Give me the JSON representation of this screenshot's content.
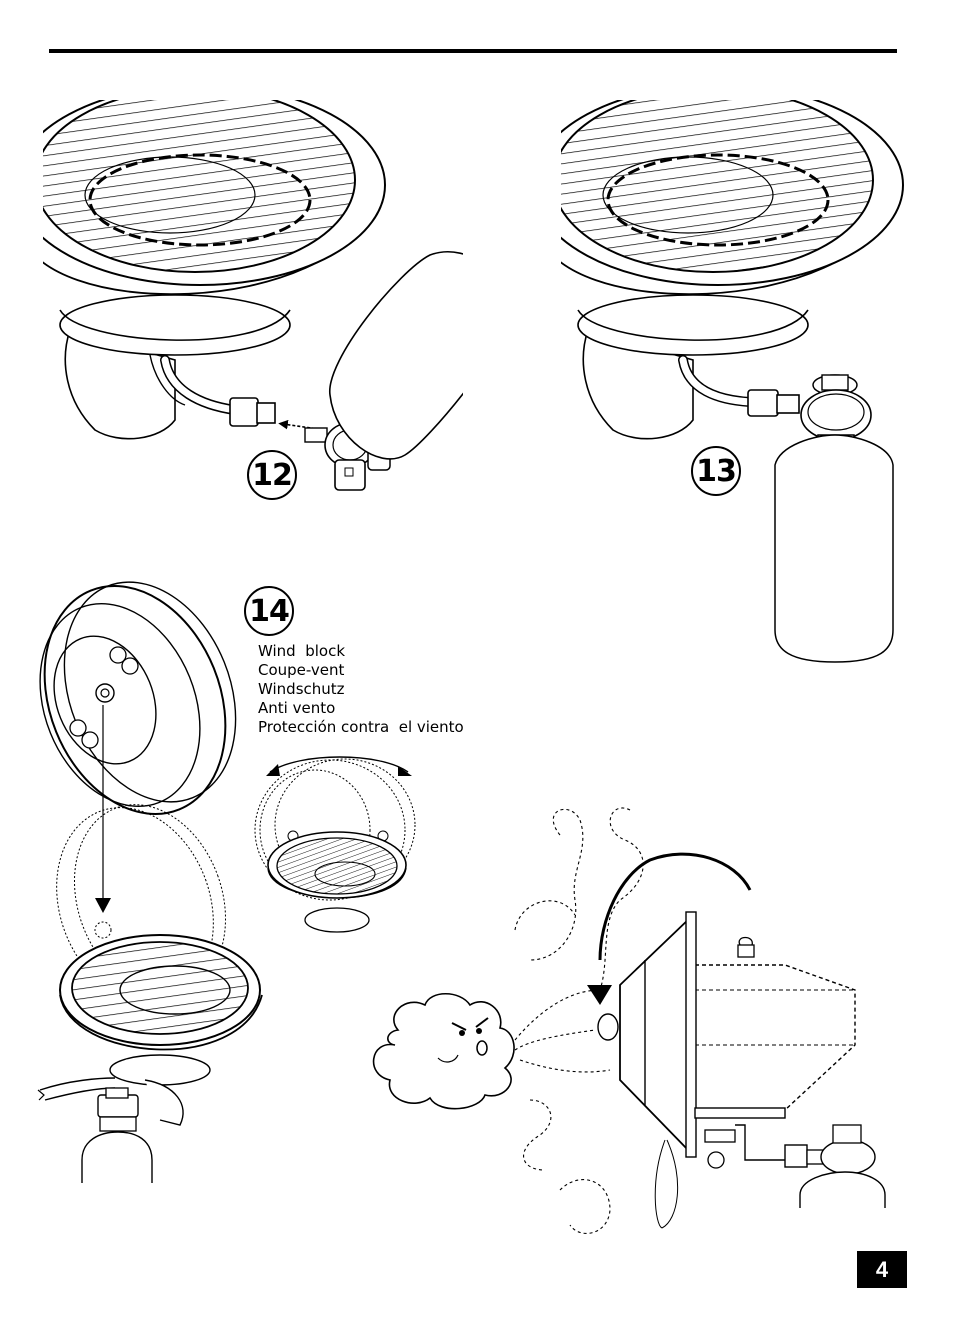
{
  "steps": {
    "step12": "12",
    "step13": "13",
    "step14": "14"
  },
  "wind_block_labels": [
    "Wind  block",
    "Coupe-vent",
    "Windschutz",
    "Anti vento",
    "Protección contra  el viento"
  ],
  "page_number": "4",
  "icons": [
    "grill-grate-icon",
    "gas-regulator-icon",
    "gas-cylinder-icon",
    "wind-block-icon",
    "cloud-face-icon",
    "rotation-arrow-icon"
  ]
}
